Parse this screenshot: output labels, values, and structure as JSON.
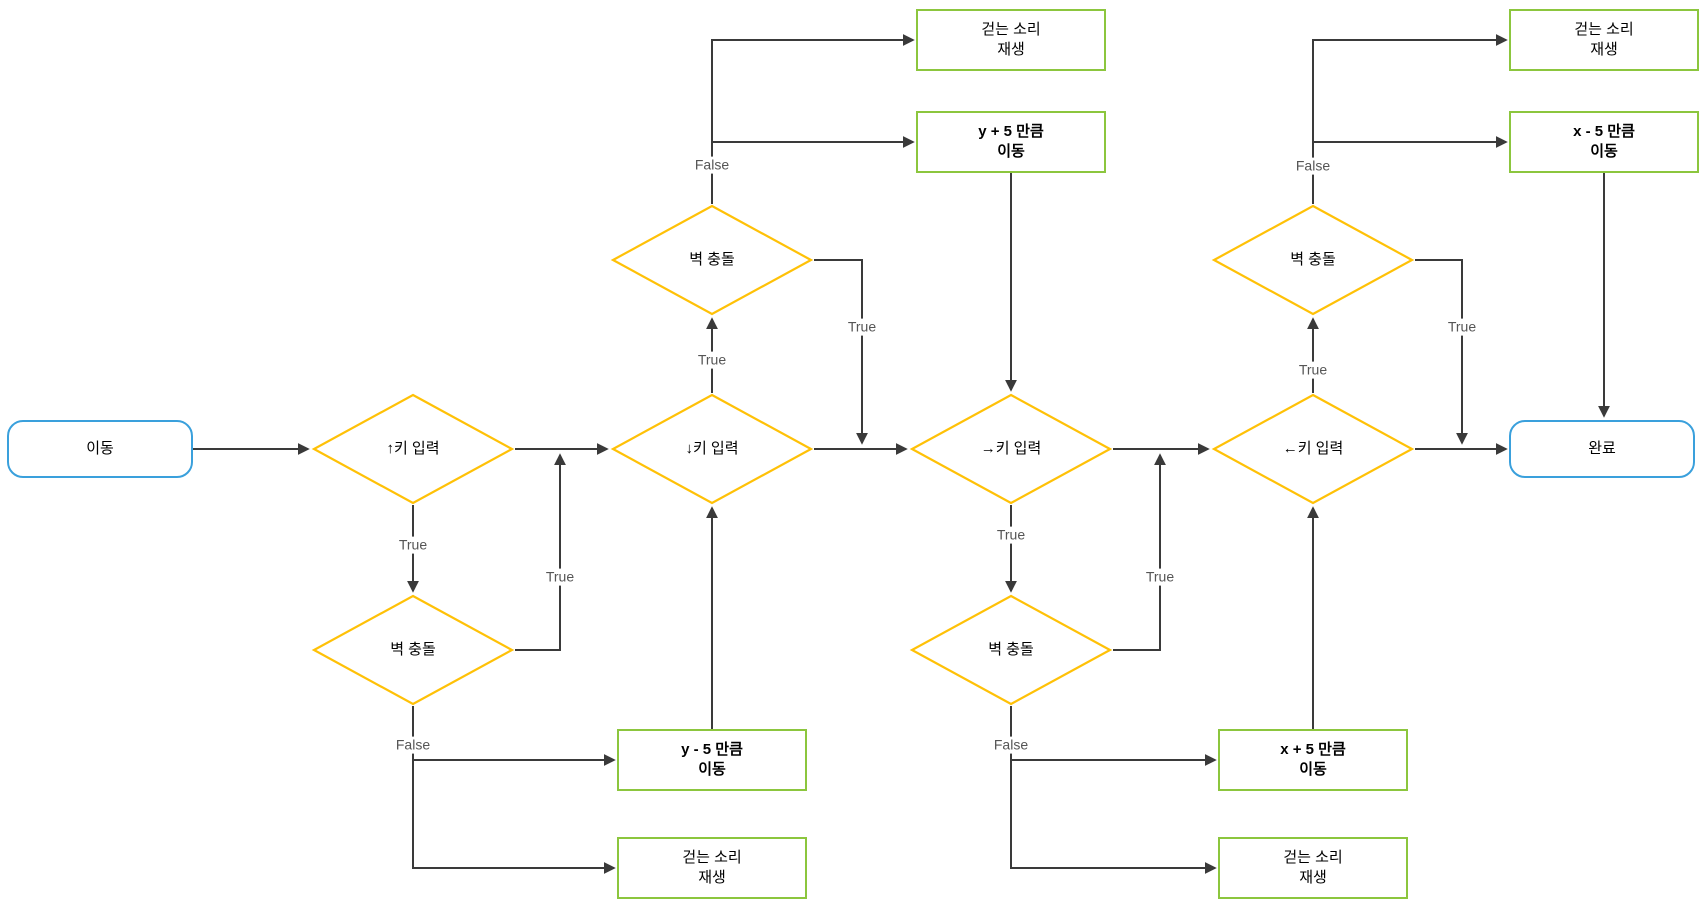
{
  "diagram": {
    "background": "#ffffff",
    "colors": {
      "terminal_border": "#3aa0dc",
      "decision_border": "#ffc107",
      "process_border": "#8cc63e",
      "edge": "#3a3a3a",
      "edge_label": "#555555",
      "node_text": "#000000"
    },
    "nodes": {
      "start": {
        "label": "이동",
        "type": "terminal"
      },
      "up_key": {
        "label": "↑키 입력",
        "type": "decision"
      },
      "wall_up": {
        "label": "벽 충돌",
        "type": "decision"
      },
      "down_key": {
        "label": "↓키 입력",
        "type": "decision"
      },
      "wall_down": {
        "label": "벽 충돌",
        "type": "decision"
      },
      "right_key": {
        "label": "→키 입력",
        "type": "decision"
      },
      "wall_right": {
        "label": "벽 충돌",
        "type": "decision"
      },
      "left_key": {
        "label": "←키 입력",
        "type": "decision"
      },
      "wall_left": {
        "label": "벽 충돌",
        "type": "decision"
      },
      "sound_down": {
        "label": "걷는 소리\n재생",
        "type": "process"
      },
      "move_down": {
        "label": "y + 5 만큼\n이동",
        "type": "process"
      },
      "move_up": {
        "label": "y - 5 만큼\n이동",
        "type": "process"
      },
      "sound_up": {
        "label": "걷는 소리\n재생",
        "type": "process"
      },
      "move_right": {
        "label": "x + 5 만큼\n이동",
        "type": "process"
      },
      "sound_right": {
        "label": "걷는 소리\n재생",
        "type": "process"
      },
      "sound_left": {
        "label": "걷는 소리\n재생",
        "type": "process"
      },
      "move_left": {
        "label": "x - 5 만큼\n이동",
        "type": "process"
      },
      "end": {
        "label": "완료",
        "type": "terminal"
      }
    },
    "edge_labels": {
      "up_key_true": "True",
      "wall_up_merge_true": "True",
      "wall_up_false": "False",
      "down_key_true": "True",
      "wall_down_false": "False",
      "wall_down_merge_true": "True",
      "right_key_true": "True",
      "wall_right_merge_true": "True",
      "wall_right_false": "False",
      "left_key_true": "True",
      "wall_left_false": "False",
      "wall_left_merge_true": "True"
    }
  }
}
